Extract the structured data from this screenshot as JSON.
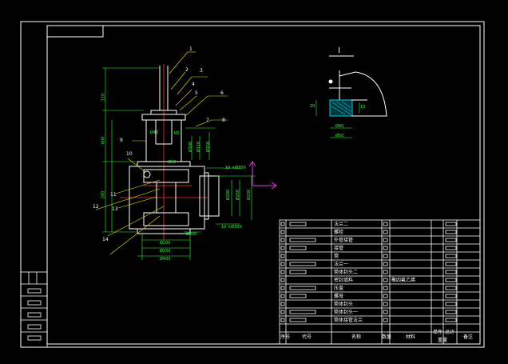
{
  "colors": {
    "background": "#000000",
    "lines": "#ffffff",
    "dimension": "#33ff33",
    "centerline": "#ff3333",
    "leader": "#e6e600",
    "axis": "#e040e0",
    "hatch": "#00d0e0"
  },
  "detail": {
    "title": "I"
  },
  "part_numbers": [
    "1",
    "2",
    "3",
    "4",
    "5",
    "6",
    "7",
    "8",
    "9",
    "10",
    "11",
    "12",
    "13",
    "14"
  ],
  "title_block": {
    "header": {
      "no": "序号",
      "code": "代号",
      "name": "名称",
      "qty": "数量",
      "material": "材料",
      "unit_weight": "单件",
      "total_weight": "总计",
      "weight": "重量",
      "remark": "备注"
    },
    "rows": [
      {
        "name": "法兰二"
      },
      {
        "name": "螺栓"
      },
      {
        "name": "外管接管"
      },
      {
        "name": "接管"
      },
      {
        "name": "筒"
      },
      {
        "name": "法兰一"
      },
      {
        "name": "筒体封头二"
      },
      {
        "name": "密封填料",
        "material": "聚四氟乙烯"
      },
      {
        "name": "压盖"
      },
      {
        "name": "螺母"
      },
      {
        "name": "筒体封头"
      },
      {
        "name": "筒体封头一"
      },
      {
        "name": "筒体接管法兰"
      }
    ]
  },
  "dimensions": [
    "110",
    "600",
    "280",
    "R0",
    "Ø100",
    "Ø110",
    "Ø150",
    "Ø40",
    "Ø60",
    "10 ×Ø300",
    "Ø200",
    "Ø250",
    "Ø230",
    "10 ×Ø300",
    "Ø200",
    "Ø250",
    "Ø400",
    "Ø300",
    "20",
    "10",
    "Ø40",
    "Ø50"
  ]
}
